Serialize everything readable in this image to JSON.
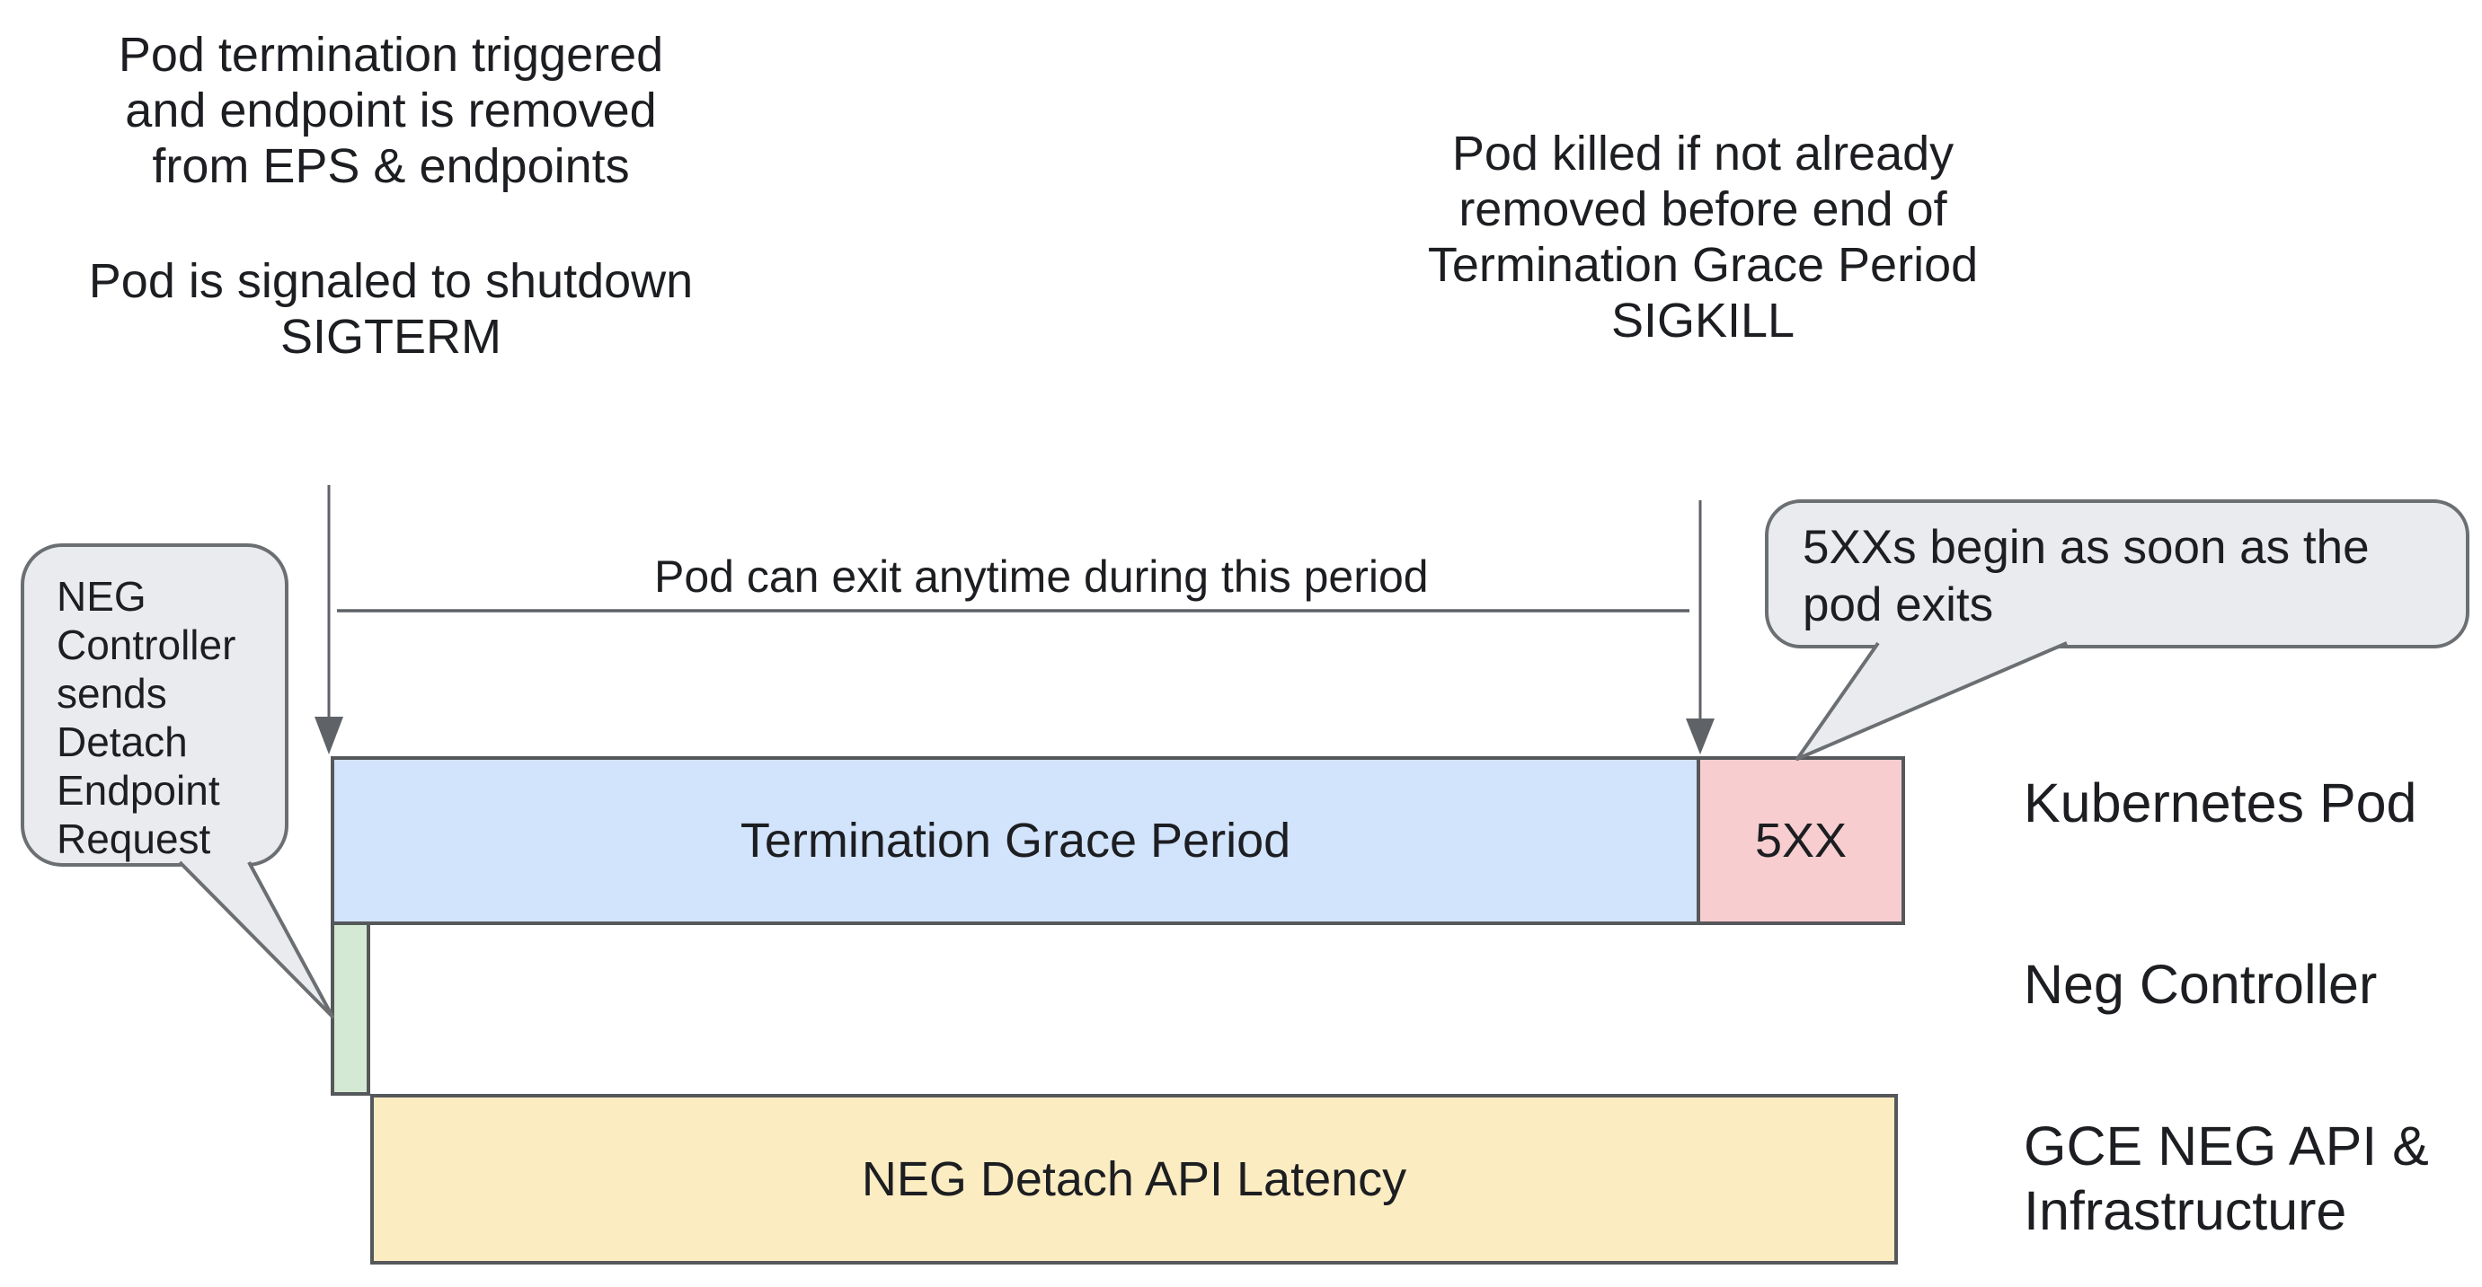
{
  "colors": {
    "grace_period_fill": "#d2e3fc",
    "error_5xx_fill": "#f7cdd0",
    "detach_request_fill": "#d4e9d4",
    "detach_latency_fill": "#fcecc2",
    "callout_fill": "#e9ebee",
    "line_stroke": "#5f6368",
    "bar_border": "#55585b",
    "text": "#1c1e21"
  },
  "annotations": {
    "termination_trigger": {
      "lines": [
        "Pod termination triggered",
        "and endpoint is removed",
        "from EPS & endpoints"
      ]
    },
    "shutdown_signal": {
      "lines": [
        "Pod is signaled to shutdown",
        "SIGTERM"
      ]
    },
    "pod_killed": {
      "lines": [
        "Pod killed if not already",
        "removed before end of",
        "Termination Grace Period",
        "SIGKILL"
      ]
    },
    "exit_window_note": "Pod can exit anytime during this period"
  },
  "callouts": {
    "neg_detach_request": {
      "lines": [
        "NEG",
        "Controller",
        "sends",
        "Detach",
        "Endpoint",
        "Request"
      ]
    },
    "errors_begin": {
      "lines": [
        "5XXs begin as soon as the",
        "pod exits"
      ]
    }
  },
  "bars": {
    "termination_grace_period": {
      "label": "Termination Grace Period"
    },
    "error_5xx": {
      "label": "5XX"
    },
    "neg_detach_latency": {
      "label": "NEG Detach API Latency"
    }
  },
  "lanes": {
    "kubernetes_pod": {
      "lines": [
        "Kubernetes Pod"
      ]
    },
    "neg_controller": {
      "lines": [
        "Neg Controller"
      ]
    },
    "gce_neg_api": {
      "lines": [
        "GCE NEG API &",
        "Infrastructure"
      ]
    }
  }
}
